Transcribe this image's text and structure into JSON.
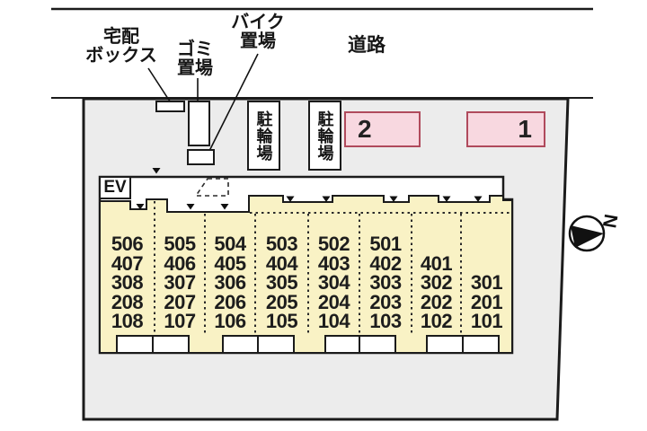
{
  "labels": {
    "delivery_box_line1": "宅配",
    "delivery_box_line2": "ボックス",
    "garbage_line1": "ゴミ",
    "garbage_line2": "置場",
    "bike_line1": "バイク",
    "bike_line2": "置場",
    "road": "道路",
    "elevator": "EV",
    "bicycle_parking": "駐輪場",
    "compass_north": "N"
  },
  "parking_spaces": {
    "space1": "1",
    "space2": "2"
  },
  "rooms": {
    "rows": [
      [
        "506",
        "505",
        "504",
        "503",
        "502",
        "501",
        "",
        ""
      ],
      [
        "407",
        "406",
        "405",
        "404",
        "403",
        "402",
        "401",
        ""
      ],
      [
        "308",
        "307",
        "306",
        "305",
        "304",
        "303",
        "302",
        "301"
      ],
      [
        "208",
        "207",
        "206",
        "205",
        "204",
        "203",
        "202",
        "201"
      ],
      [
        "108",
        "107",
        "106",
        "105",
        "104",
        "103",
        "102",
        "101"
      ]
    ]
  },
  "colors": {
    "site_fill": "#ececec",
    "building_fill": "#f9f2c5",
    "corridor_fill": "#ffffff",
    "parking_fill": "#f8d8e0",
    "parking_border": "#b04a5c",
    "line": "#1b1b1b"
  }
}
